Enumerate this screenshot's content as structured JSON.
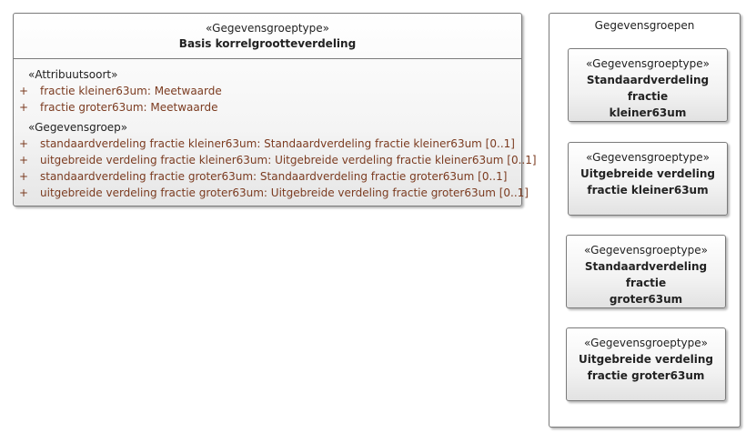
{
  "main_class": {
    "stereotype": "«Gegevensgroeptype»",
    "name": "Basis korrelgrootteverdeling",
    "sections": [
      {
        "title": "«Attribuutsoort»",
        "rows": [
          {
            "marker": "+",
            "text": "fractie kleiner63um: Meetwaarde"
          },
          {
            "marker": "+",
            "text": "fractie groter63um: Meetwaarde"
          }
        ]
      },
      {
        "title": "«Gegevensgroep»",
        "rows": [
          {
            "marker": "+",
            "text": "standaardverdeling fractie kleiner63um: Standaardverdeling fractie kleiner63um [0..1]"
          },
          {
            "marker": "+",
            "text": "uitgebreide verdeling fractie kleiner63um: Uitgebreide verdeling fractie kleiner63um [0..1]"
          },
          {
            "marker": "+",
            "text": "standaardverdeling fractie groter63um: Standaardverdeling fractie groter63um [0..1]"
          },
          {
            "marker": "+",
            "text": "uitgebreide verdeling fractie groter63um: Uitgebreide verdeling fractie groter63um [0..1]"
          }
        ]
      }
    ]
  },
  "package": {
    "title": "Gegevensgroepen",
    "classes": [
      {
        "stereotype": "«Gegevensgroeptype»",
        "name_line1": "Standaardverdeling fractie",
        "name_line2": "kleiner63um"
      },
      {
        "stereotype": "«Gegevensgroeptype»",
        "name_line1": "Uitgebreide verdeling",
        "name_line2": "fractie kleiner63um"
      },
      {
        "stereotype": "«Gegevensgroeptype»",
        "name_line1": "Standaardverdeling fractie",
        "name_line2": "groter63um"
      },
      {
        "stereotype": "«Gegevensgroeptype»",
        "name_line1": "Uitgebreide verdeling",
        "name_line2": "fractie groter63um"
      }
    ]
  }
}
